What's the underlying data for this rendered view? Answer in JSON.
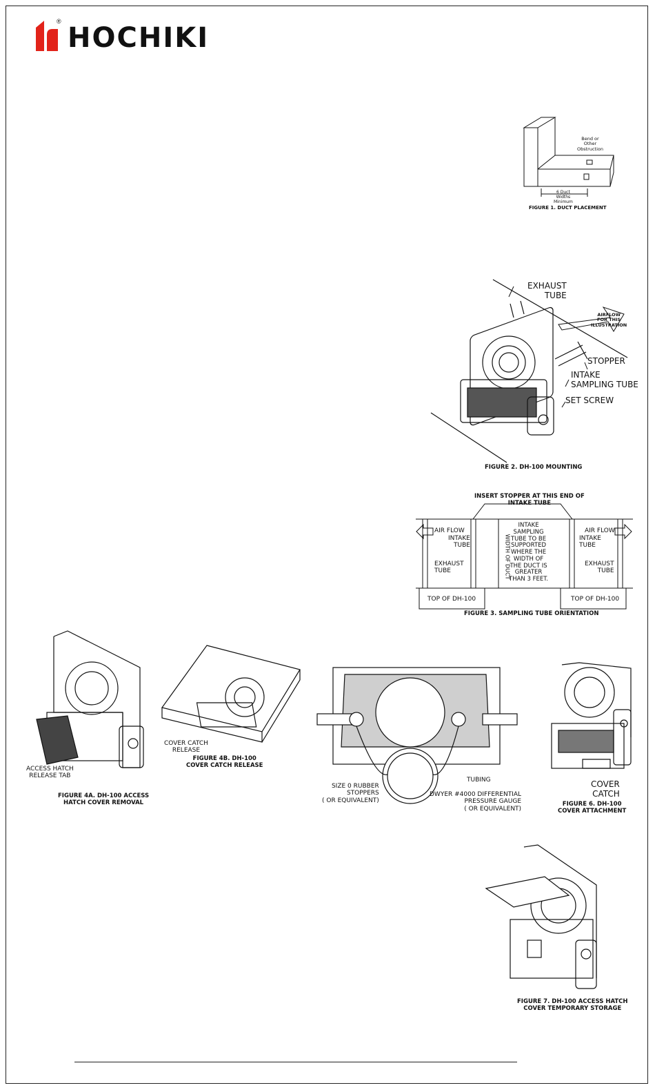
{
  "brand": {
    "name": "HOCHIKI",
    "registered_mark": "®",
    "accent_color": "#e2231a"
  },
  "figures": {
    "fig1": {
      "caption": "FIGURE 1. DUCT PLACEMENT",
      "bend_label": "Bend or\nOther\nObstruction",
      "width_label": "6 Duct\nWidths\nMinimum"
    },
    "fig2": {
      "caption": "FIGURE 2. DH-100 MOUNTING",
      "exhaust_label": "EXHAUST\nTUBE",
      "airflow_label": "AIRFLOW\nFOR THIS\nILLUSTRATION",
      "stopper_label": "STOPPER",
      "intake_label": "INTAKE\nSAMPLING TUBE",
      "setscrew_label": "SET SCREW"
    },
    "fig3": {
      "caption": "FIGURE 3. SAMPLING TUBE ORIENTATION",
      "insert_label": "INSERT STOPPER AT THIS END OF\nINTAKE TUBE",
      "airflow_left": "AIR FLOW",
      "intake_left": "INTAKE\nTUBE",
      "exhaust_left": "EXHAUST\nTUBE",
      "width_label": "WIDTH OF DUCT",
      "center_note": "INTAKE\nSAMPLING\nTUBE TO BE\nSUPPORTED\nWHERE THE\nWIDTH OF\nTHE DUCT IS\nGREATER\nTHAN 3 FEET.",
      "airflow_right": "AIR FLOW",
      "intake_right": "INTAKE\nTUBE",
      "exhaust_right": "EXHAUST\nTUBE",
      "top_left": "TOP OF DH-100",
      "top_right": "TOP OF DH-100"
    },
    "fig4a": {
      "caption": "FIGURE 4A. DH-100 ACCESS\nHATCH COVER REMOVAL",
      "tab_label": "ACCESS HATCH\nRELEASE TAB"
    },
    "fig4b": {
      "caption": "FIGURE 4B. DH-100\nCOVER CATCH RELEASE",
      "catch_label": "COVER CATCH\nRELEASE"
    },
    "fig5": {
      "tubing_label": "TUBING",
      "stoppers_label": "SIZE 0 RUBBER\nSTOPPERS\n( OR EQUIVALENT)",
      "gauge_label": "DWYER #4000 DIFFERENTIAL\nPRESSURE GAUGE\n( OR EQUIVALENT)"
    },
    "fig6": {
      "caption": "FIGURE 6. DH-100\nCOVER ATTACHMENT",
      "catch_label": "COVER\nCATCH"
    },
    "fig7": {
      "caption": "FIGURE 7. DH-100 ACCESS HATCH\nCOVER TEMPORARY STORAGE"
    }
  }
}
